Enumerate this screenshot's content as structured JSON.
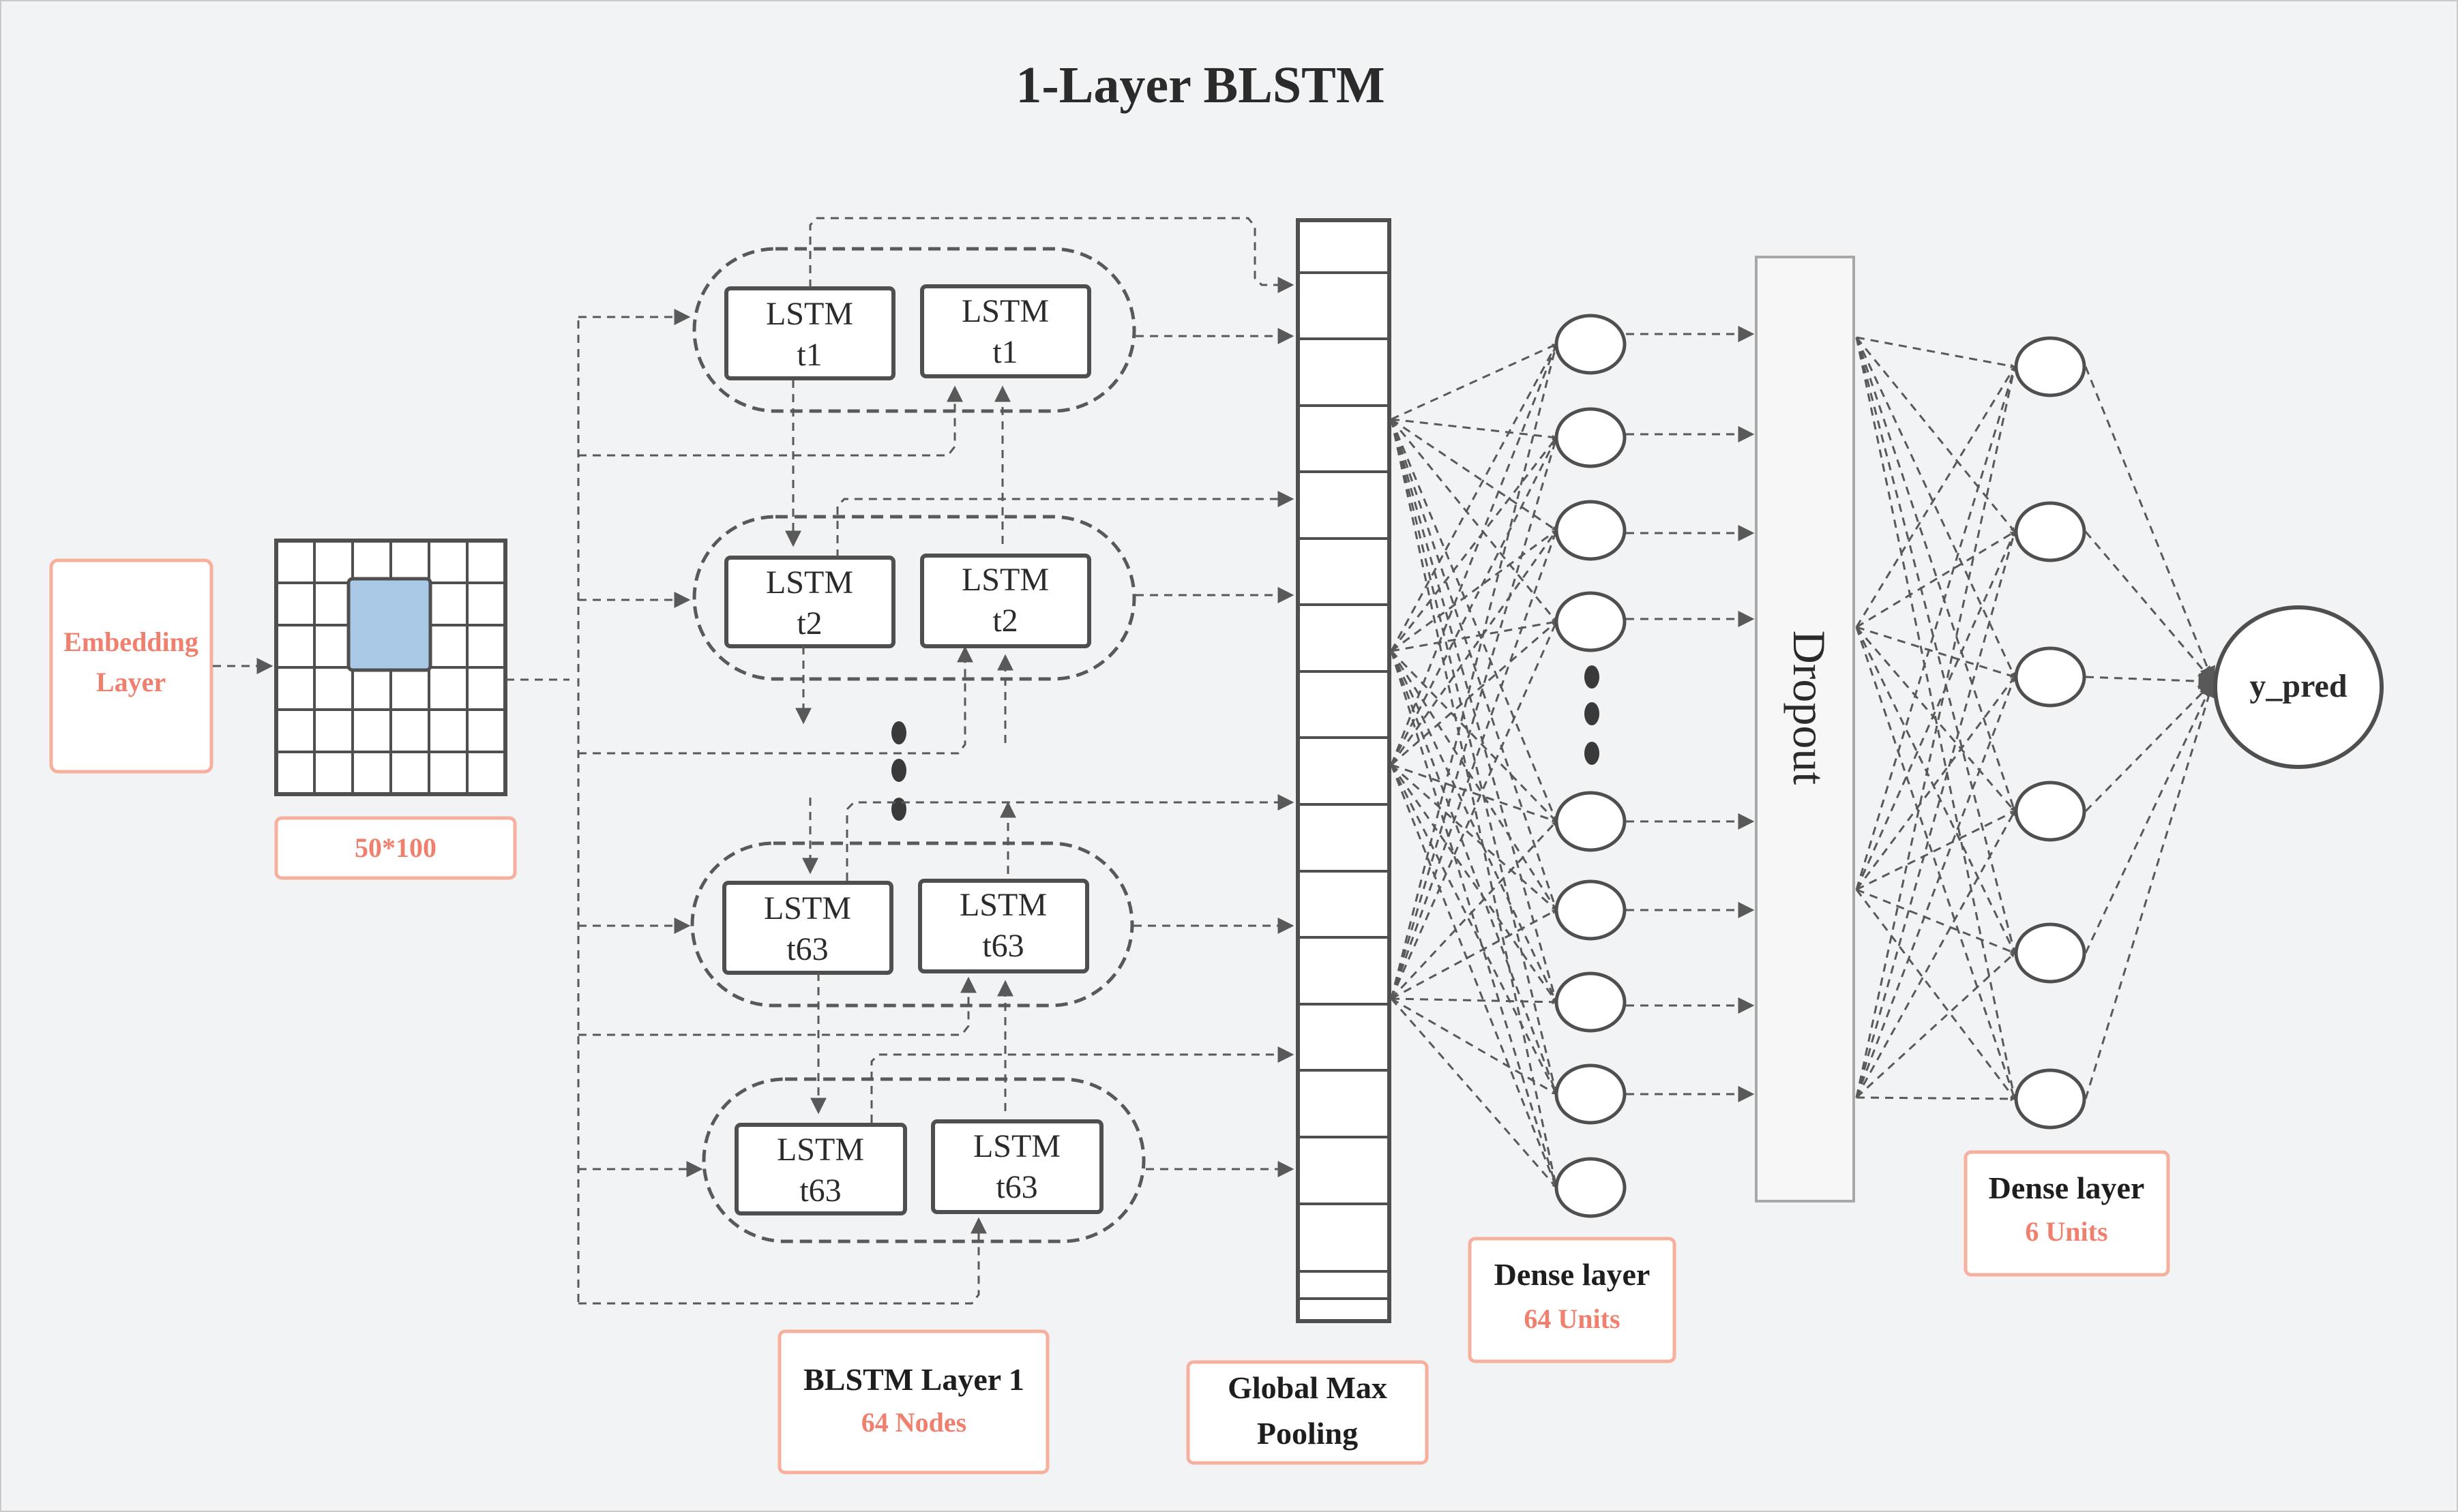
{
  "title": "1-Layer BLSTM",
  "embedding": {
    "label_line1": "Embedding",
    "label_line2": "Layer",
    "matrix_label": "50*100"
  },
  "blstm": {
    "rows": [
      {
        "left": [
          "LSTM",
          "t1"
        ],
        "right": [
          "LSTM",
          "t1"
        ]
      },
      {
        "left": [
          "LSTM",
          "t2"
        ],
        "right": [
          "LSTM",
          "t2"
        ]
      },
      {
        "left": [
          "LSTM",
          "t63"
        ],
        "right": [
          "LSTM",
          "t63"
        ]
      },
      {
        "left": [
          "LSTM",
          "t63"
        ],
        "right": [
          "LSTM",
          "t63"
        ]
      }
    ],
    "label_main": "BLSTM Layer 1",
    "label_sub": "64 Nodes"
  },
  "pooling": {
    "label_line1": "Global Max",
    "label_line2": "Pooling"
  },
  "dense1": {
    "label_main": "Dense layer",
    "label_sub": "64 Units"
  },
  "dropout": {
    "label": "Dropout"
  },
  "dense2": {
    "label_main": "Dense layer",
    "label_sub": "6 Units"
  },
  "output": {
    "label": "y_pred"
  },
  "colors": {
    "background": "#f2f3f5",
    "accent_label": "#f0806e",
    "label_border": "#f6b09d",
    "stroke": "#4f4f4f",
    "highlight_cell": "#a9c9e6"
  }
}
